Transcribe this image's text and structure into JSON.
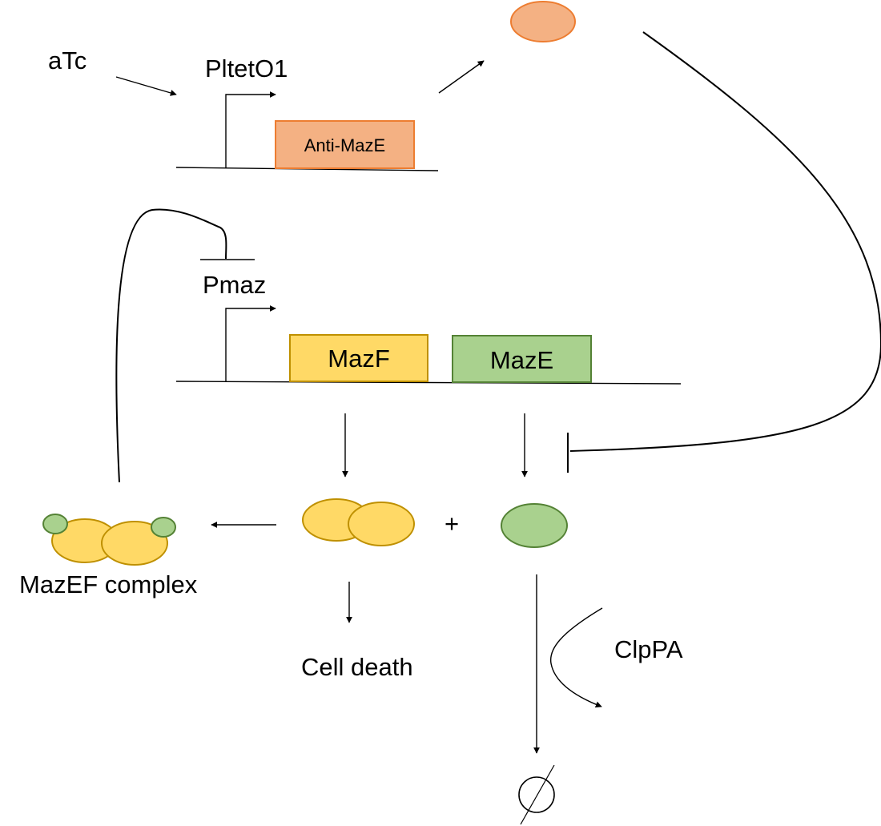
{
  "labels": {
    "inducer": "aTc",
    "promoter_top": "PltetO1",
    "gene_antimaze": "Anti-MazE",
    "promoter_bottom": "Pmaz",
    "gene_mazf": "MazF",
    "gene_maze": "MazE",
    "plus": "+",
    "complex": "MazEF complex",
    "outcome_death": "Cell death",
    "protease": "ClpPA"
  },
  "colors": {
    "orange_fill": "#F4B183",
    "orange_stroke": "#ED7D31",
    "yellow_fill": "#FFD966",
    "yellow_stroke": "#BF9000",
    "green_fill": "#A9D18E",
    "green_stroke": "#548235",
    "line": "#000000"
  }
}
